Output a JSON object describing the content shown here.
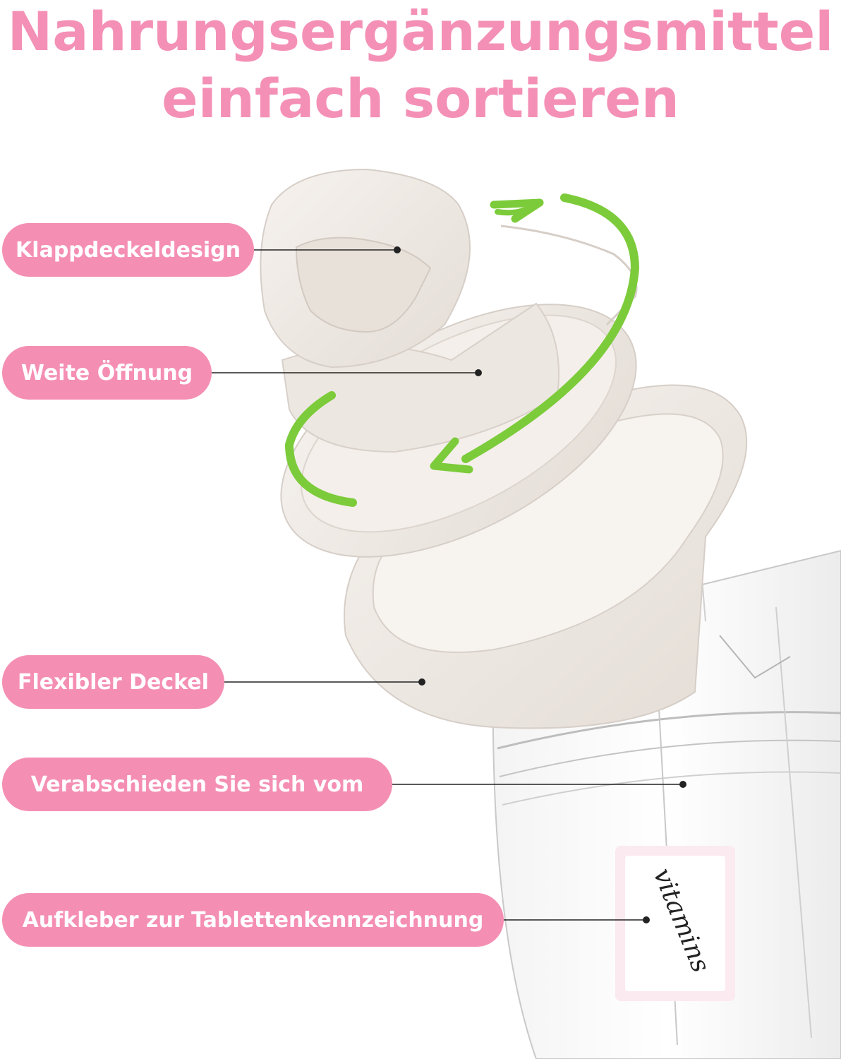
{
  "headline": {
    "line1": "Nahrungsergänzungsmittel",
    "line2": "einfach sortieren"
  },
  "callouts": [
    {
      "label": "Klappdeckeldesign"
    },
    {
      "label": "Weite Öffnung"
    },
    {
      "label": "Flexibler Deckel"
    },
    {
      "label": "Verabschieden Sie sich vom"
    },
    {
      "label": "Aufkleber zur Tablettenkennzeichnung"
    }
  ],
  "sticker": {
    "text": "vitamins"
  },
  "colors": {
    "accent": "#f48fb3",
    "arrow": "#7ccb3a",
    "lid": "#efe9e4"
  }
}
